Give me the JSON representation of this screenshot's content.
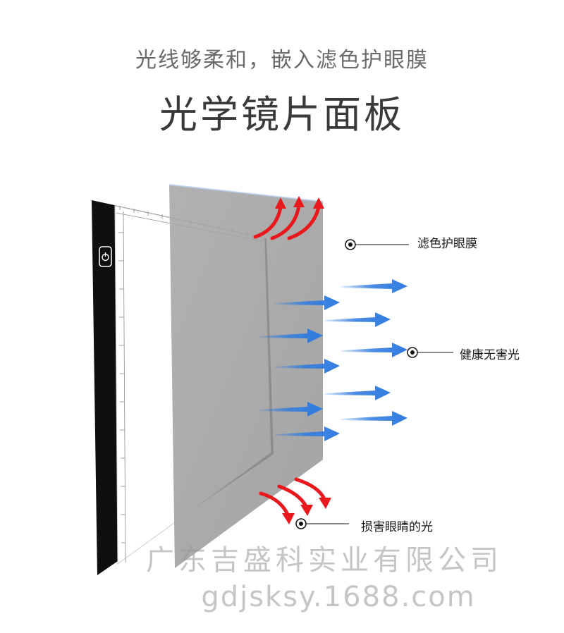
{
  "header": {
    "subtitle": "光线够柔和，嵌入滤色护眼膜",
    "title": "光学镜片面板"
  },
  "callouts": {
    "filter": "滤色护眼膜",
    "healthy": "健康无害光",
    "harmful": "损害眼睛的光"
  },
  "device": {
    "power_icon": "power-icon"
  },
  "colors": {
    "blue_arrow": "#2f7be0",
    "red_arrow": "#e8181c",
    "panel_gray": "#9c9c9c",
    "pad_frame": "#111111"
  },
  "watermark": {
    "company": "广东吉盛科实业有限公司",
    "site": "gdjsksy.1688.com"
  }
}
